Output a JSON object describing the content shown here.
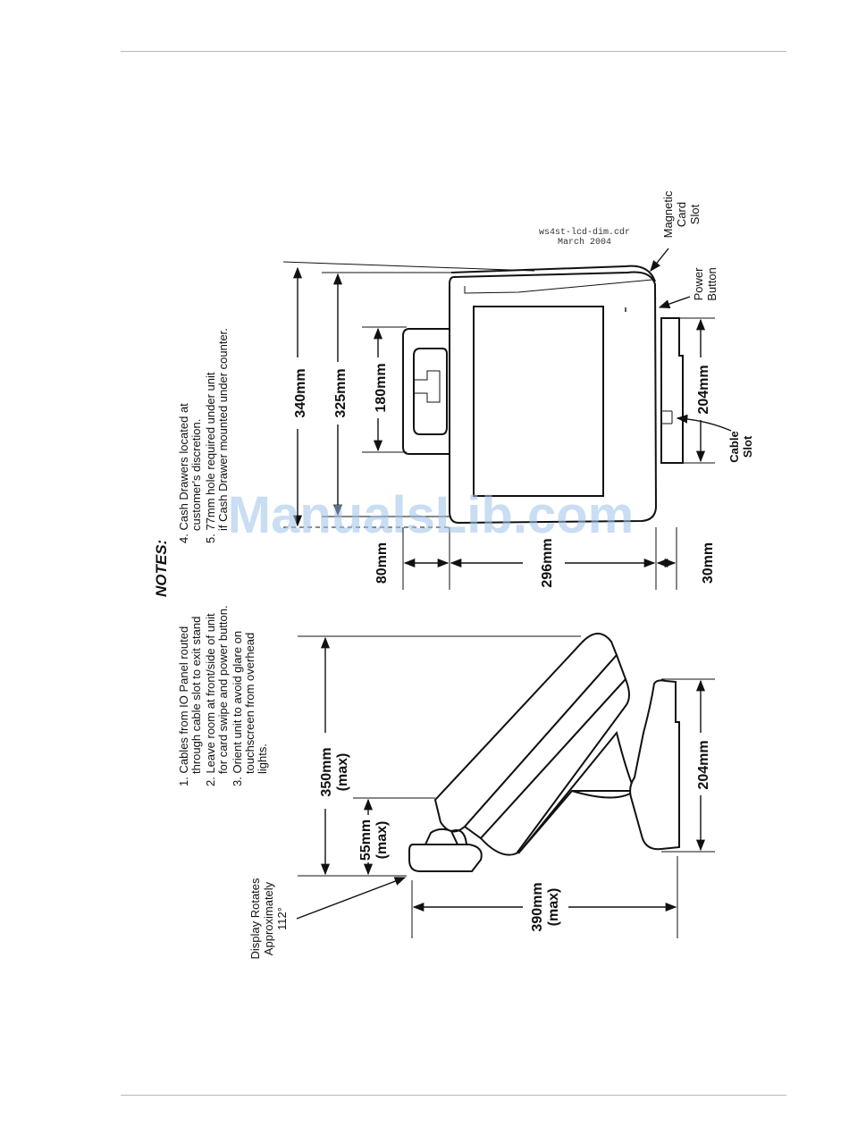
{
  "notes": {
    "title": "NOTES:",
    "col1": [
      "1. Cables from IO Panel routed",
      "through cable slot to exit stand",
      "2. Leave room at front/side of unit",
      "for card swipe and power button.",
      "3. Orient unit to avoid glare on",
      "touchscreen from overhead",
      "lights."
    ],
    "col2": [
      "4. Cash Drawers located at",
      "customer's discretion.",
      "5. 77mm hole required under unit",
      "if Cash Drawer mounted under counter."
    ]
  },
  "front_view": {
    "dims": {
      "total_height": "340mm",
      "screen_height": "325mm",
      "stand_width": "180mm",
      "stand_depth": "80mm",
      "body_width": "296mm",
      "base_offset": "30mm",
      "base_width": "204mm"
    },
    "callouts": {
      "magnetic_card_slot": [
        "Magnetic",
        "Card",
        "Slot"
      ],
      "power_button": [
        "Power",
        "Button"
      ],
      "cable_slot": [
        "Cable",
        "Slot"
      ]
    },
    "source_file": [
      "ws4st-lcd-dim.cdr",
      "March 2004"
    ]
  },
  "side_view": {
    "dims": {
      "height": [
        "350mm",
        "(max)"
      ],
      "head": [
        "55mm",
        "(max)"
      ],
      "depth": [
        "390mm",
        "(max)"
      ],
      "base": "204mm"
    },
    "rotation_note": [
      "Display Rotates",
      "Approximately",
      "112°"
    ]
  },
  "watermark": "ManualsLib.com"
}
